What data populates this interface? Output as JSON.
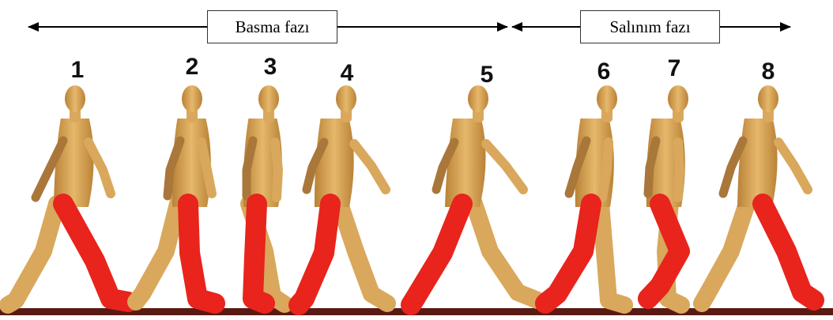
{
  "phases": {
    "stance_label": "Basma fazı",
    "swing_label": "Salınım fazı"
  },
  "steps": [
    "1",
    "2",
    "3",
    "4",
    "5",
    "6",
    "7",
    "8"
  ],
  "colors": {
    "skin": "#d9a85c",
    "skin_shadow": "#a9773a",
    "highlight_leg": "#e8241c",
    "highlight_leg_shadow": "#b31410",
    "floor": "#5a1a14",
    "arrow": "#000000"
  }
}
